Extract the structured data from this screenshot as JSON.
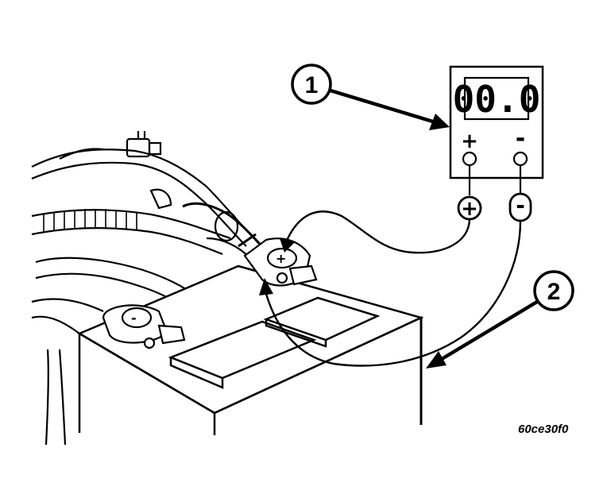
{
  "meter": {
    "reading": "00.0",
    "pos_symbol": "+",
    "neg_symbol": "-"
  },
  "leads": {
    "pos_symbol": "+",
    "neg_symbol": "-"
  },
  "battery": {
    "pos_terminal_symbol": "+",
    "neg_terminal_symbol": "-"
  },
  "callouts": [
    {
      "number": "1"
    },
    {
      "number": "2"
    }
  ],
  "figure_code": "60ce30f0",
  "colors": {
    "ink": "#000000",
    "paper": "#ffffff"
  }
}
